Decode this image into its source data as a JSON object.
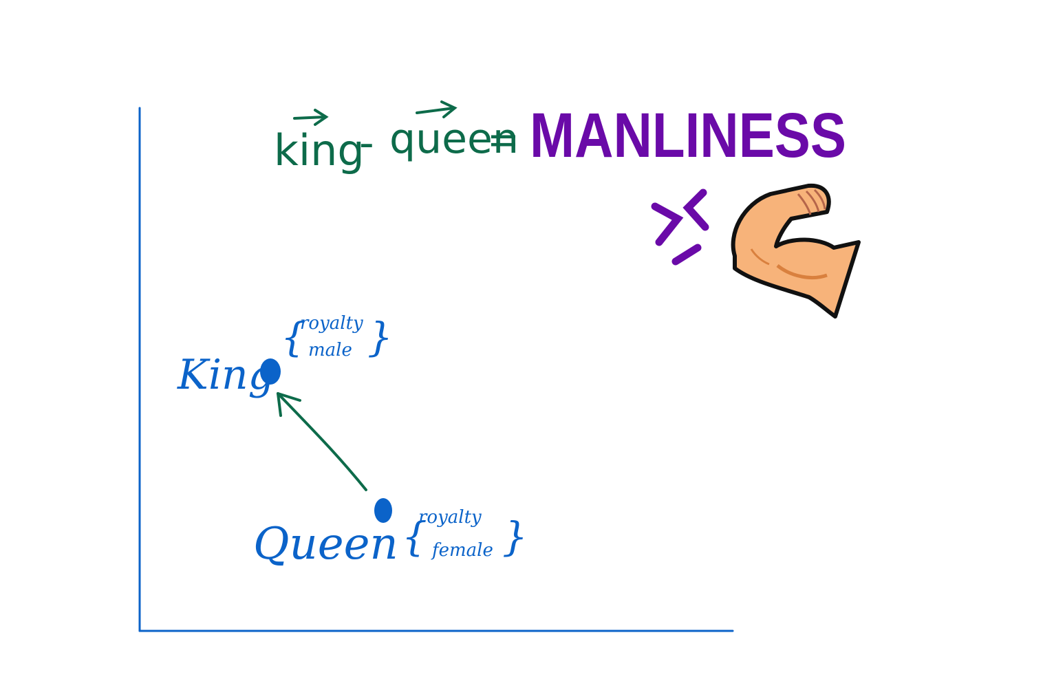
{
  "equation": {
    "lhs_term1": "king",
    "minus": "-",
    "lhs_term2": "queen",
    "equals": "=",
    "rhs": "MANLINESS"
  },
  "points": [
    {
      "label": "King",
      "attributes": [
        "royalty",
        "male"
      ]
    },
    {
      "label": "Queen",
      "attributes": [
        "royalty",
        "female"
      ]
    }
  ],
  "colors": {
    "axes": "#0b63c9",
    "points": "#0b63c9",
    "arrow": "#0d6b4a",
    "equation": "#0d6b4a",
    "manliness": "#6a0aa8",
    "arm_skin": "#f7b37a"
  },
  "icons": [
    "flexed-biceps-icon",
    "squinting-face-mark-icon"
  ]
}
